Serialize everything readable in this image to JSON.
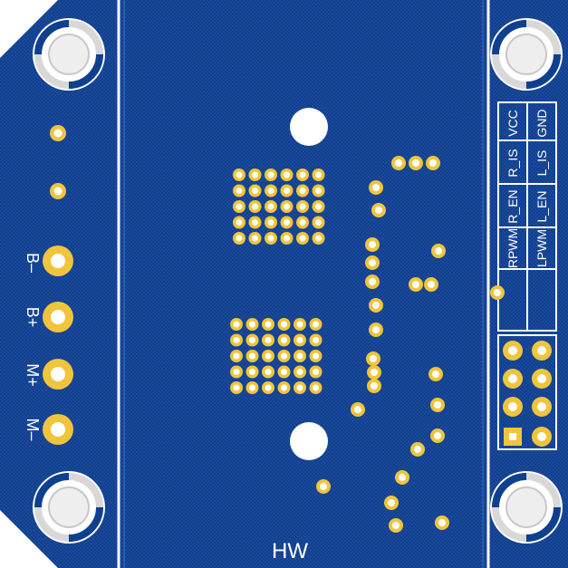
{
  "board": {
    "colors": {
      "substrate": "#0f3f8f",
      "substrate_fine": "#1a4da0",
      "silkscreen": "#ffffff",
      "copper_ring": "#f0c53c",
      "drill": "#ffffff",
      "mount_grey": "#d8d8d8"
    },
    "left_labels": [
      "B–",
      "B+",
      "M+",
      "M–"
    ],
    "bottom_label": "HW",
    "header": {
      "col1": [
        "VCC",
        "R_IS",
        "R_EN",
        "RPWM"
      ],
      "col2": [
        "GND",
        "L_IS",
        "L_EN",
        "LPWM"
      ]
    },
    "icons": {
      "mount_hole": "mounting-hole-icon",
      "via": "via-icon",
      "pad": "solder-pad-icon"
    }
  }
}
